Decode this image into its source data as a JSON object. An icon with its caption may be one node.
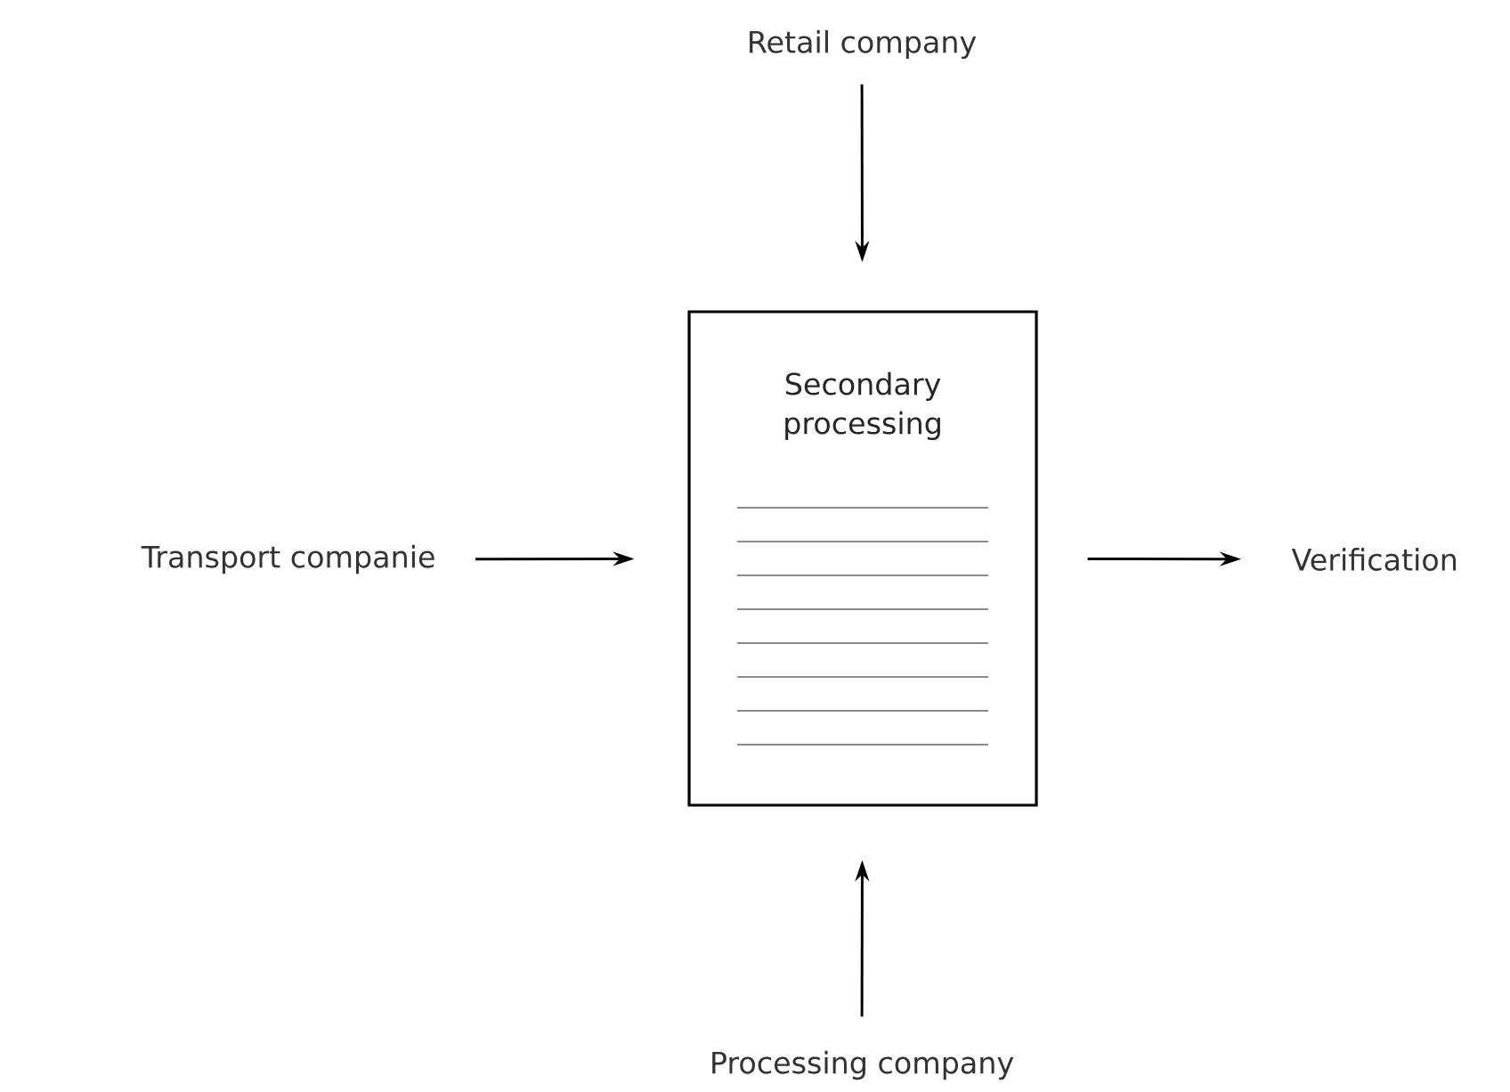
{
  "diagram": {
    "nodes": [
      {
        "text": [
          "Retail company"
        ]
      },
      {
        "text": [
          "Secondary processing"
        ]
      },
      {
        "text": [
          "Transport companie"
        ]
      },
      {
        "text": [
          "Verification"
        ]
      },
      {
        "text": [
          "Processing company"
        ]
      }
    ],
    "edges": [
      {
        "from": 0,
        "to": 1,
        "arrow": "to"
      },
      {
        "from": 2,
        "to": 1,
        "arrow": "to"
      },
      {
        "from": 1,
        "to": 3,
        "arrow": "to"
      },
      {
        "from": 4,
        "to": 1,
        "arrow": "to"
      }
    ]
  }
}
